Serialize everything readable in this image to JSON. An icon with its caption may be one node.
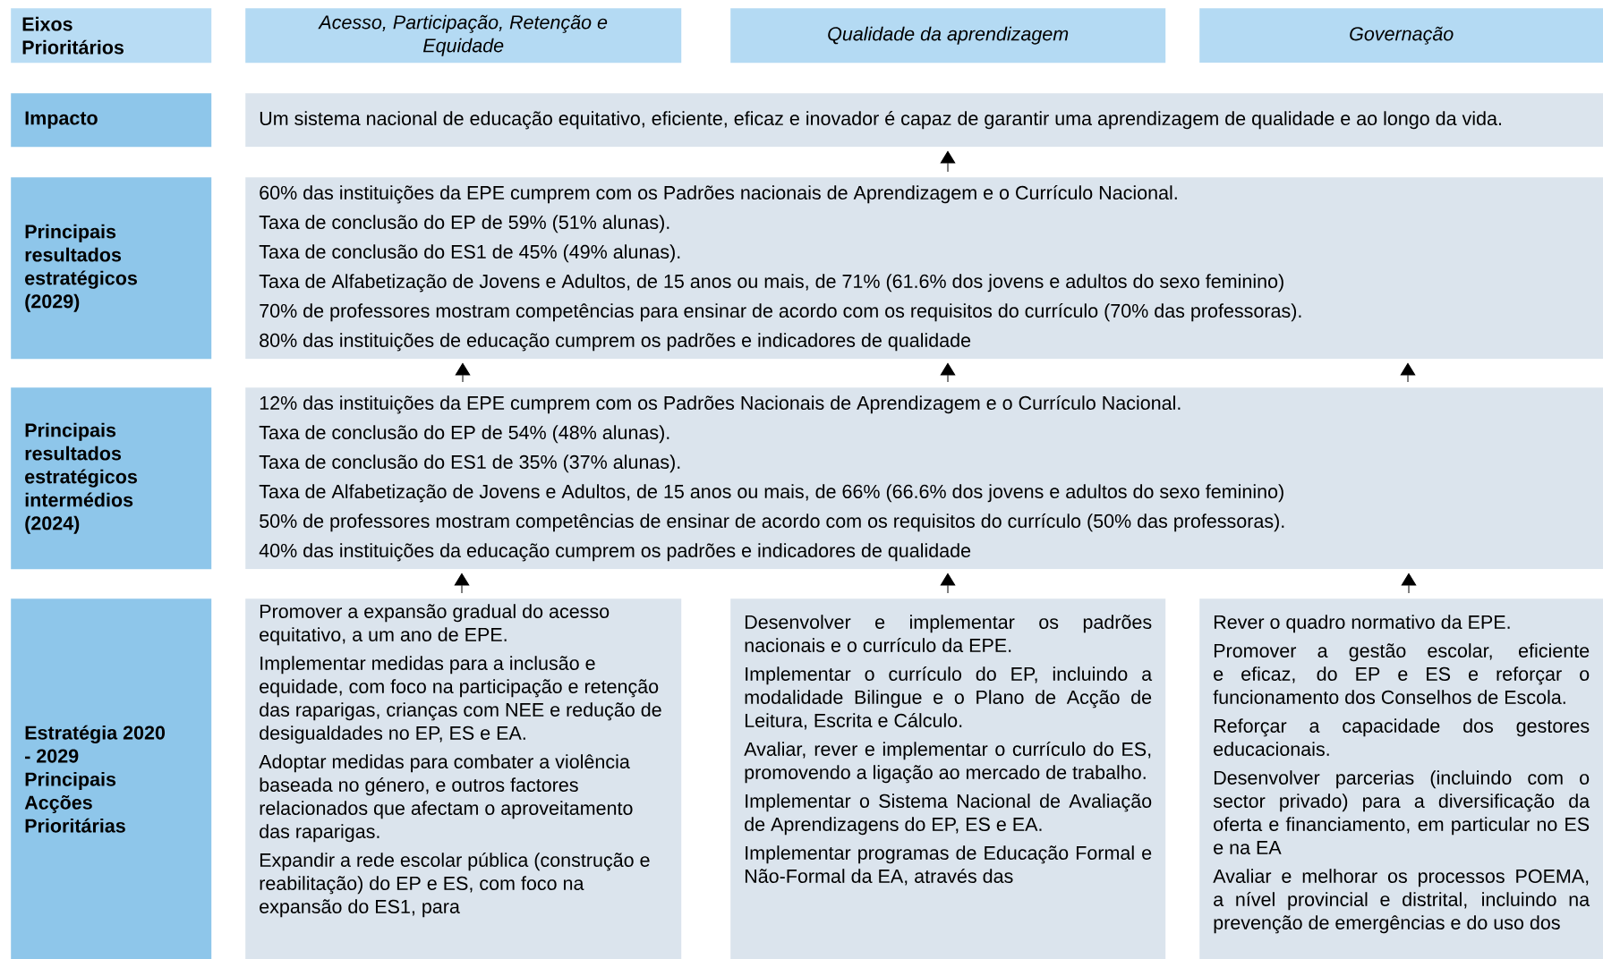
{
  "diagram": {
    "nodes": [
      {
        "text": [
          "Eixos Prioritários"
        ]
      },
      {
        "text": [
          "Acesso, Participação, Retenção e Equidade"
        ]
      },
      {
        "text": [
          "Qualidade da aprendizagem"
        ]
      },
      {
        "text": [
          "Governação"
        ]
      },
      {
        "text": [
          "Impacto"
        ]
      },
      {
        "text": [
          "Um sistema nacional de educação equitativo, eficiente, eficaz e inovador é capaz de garantir uma aprendizagem de qualidade e ao longo da vida."
        ]
      },
      {
        "text": [
          "Principais resultados estratégicos (2029)"
        ]
      },
      {
        "text": [
          "60% das instituições da EPE cumprem com os Padrões nacionais de Aprendizagem e o Currículo Nacional.",
          "Taxa de conclusão do EP de 59% (51% alunas).",
          "Taxa de conclusão do ES1 de 45% (49% alunas).",
          "Taxa de Alfabetização de Jovens e Adultos, de 15 anos ou mais, de 71% (61.6% dos jovens e adultos do sexo feminino)",
          "70% de professores mostram competências para ensinar de acordo com os requisitos do currículo (70% das professoras).",
          "80% das instituições de educação cumprem os padrões e indicadores de qualidade"
        ]
      },
      {
        "text": [
          "Principais resultados estratégicos intermédios (2024)"
        ]
      },
      {
        "text": [
          "12% das instituições da EPE cumprem com os Padrões Nacionais de Aprendizagem e o Currículo Nacional.",
          "Taxa de conclusão do EP de 54% (48% alunas).",
          "Taxa de conclusão do ES1 de 35% (37% alunas).",
          "Taxa de Alfabetização de Jovens e Adultos, de 15 anos ou mais, de 66% (66.6% dos jovens e adultos do sexo feminino)",
          "50% de professores mostram competências de ensinar de acordo com os requisitos do currículo (50% das professoras).",
          "40% das instituições da educação cumprem os padrões e indicadores de qualidade"
        ]
      },
      {
        "text": [
          "Estratégia 2020 - 2029 Principais Acções Prioritárias"
        ]
      },
      {
        "text": [
          "Promover a expansão gradual do acesso equitativo, a um ano de EPE.",
          "Implementar medidas para a inclusão e equidade, com foco na participação e retenção das raparigas, crianças com NEE e redução de desigualdades no EP, ES e EA.",
          "Adoptar medidas para combater a violência baseada no género, e outros factores relacionados que afectam o aproveitamento das raparigas.",
          "Expandir a rede escolar pública (construção e reabilitação) do EP e ES, com foco na expansão do ES1, para"
        ]
      },
      {
        "text": [
          "Desenvolver e implementar os padrões nacionais e o currículo da EPE.",
          "Implementar o currículo do EP, incluindo a modalidade Bilingue e o Plano de Acção de Leitura, Escrita e Cálculo.",
          "Avaliar, rever e implementar o currículo do ES, promovendo a ligação ao mercado de trabalho.",
          "Implementar o Sistema Nacional de Avaliação de Aprendizagens do EP, ES e EA.",
          "Implementar programas de Educação Formal e Não-Formal da EA, através das"
        ]
      },
      {
        "text": [
          "Rever o quadro normativo da EPE.",
          "Promover a gestão escolar, eficiente e eficaz, do EP e ES e reforçar o funcionamento dos Conselhos de Escola.",
          "Reforçar a capacidade dos gestores educacionais.",
          "Desenvolver parcerias (incluindo com o sector privado) para a diversificação da oferta e financiamento, em particular no ES e na EA",
          "Avaliar e melhorar os processos POEMA, a nível provincial e distrital, incluindo na prevenção de emergências e do uso dos"
        ]
      }
    ],
    "edges": [
      {
        "from": 7,
        "to": 5,
        "arrow": "to"
      },
      {
        "from": 9,
        "to": 7,
        "arrow": "to"
      },
      {
        "from": 9,
        "to": 7,
        "arrow": "to"
      },
      {
        "from": 9,
        "to": 7,
        "arrow": "to"
      },
      {
        "from": 11,
        "to": 9,
        "arrow": "to"
      },
      {
        "from": 12,
        "to": 9,
        "arrow": "to"
      },
      {
        "from": 13,
        "to": 9,
        "arrow": "to"
      }
    ]
  }
}
